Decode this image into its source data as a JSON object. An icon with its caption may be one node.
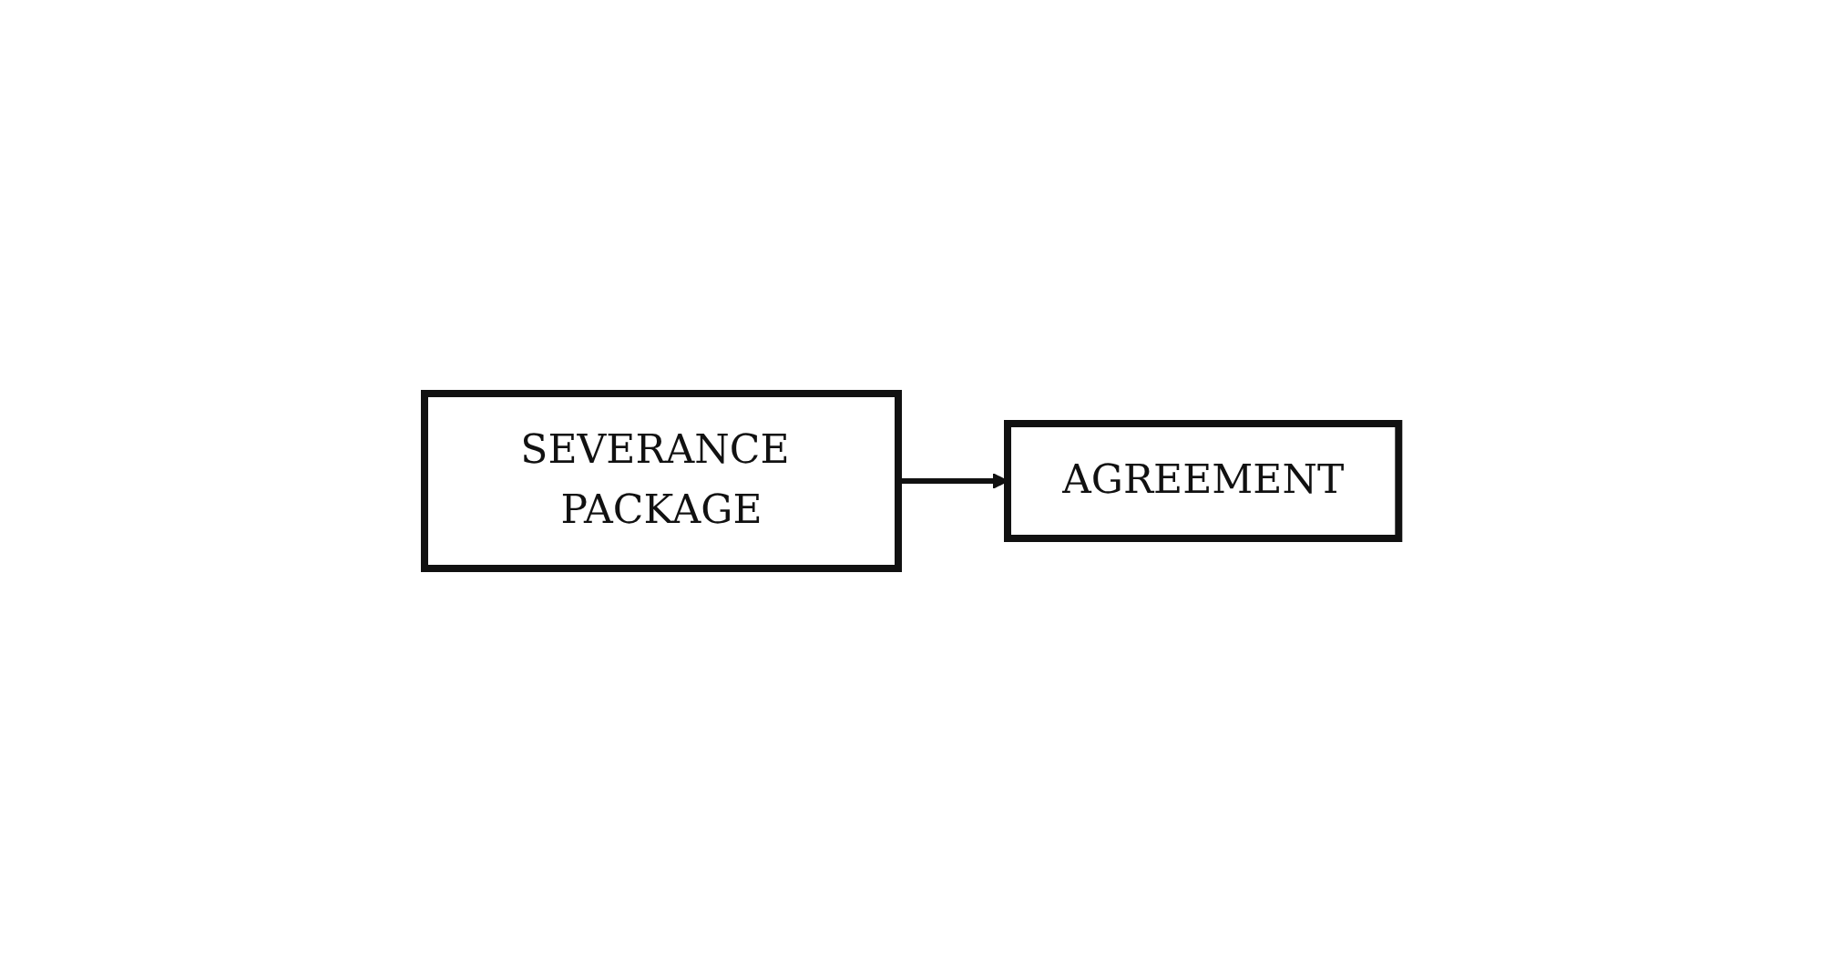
{
  "diagram": {
    "nodes": [
      {
        "text": [
          "SEVERANCE PACKAGE"
        ]
      },
      {
        "text": [
          "AGREEMENT"
        ]
      }
    ],
    "edges": [
      {
        "from": 0,
        "to": 1,
        "arrow": "to"
      }
    ]
  }
}
